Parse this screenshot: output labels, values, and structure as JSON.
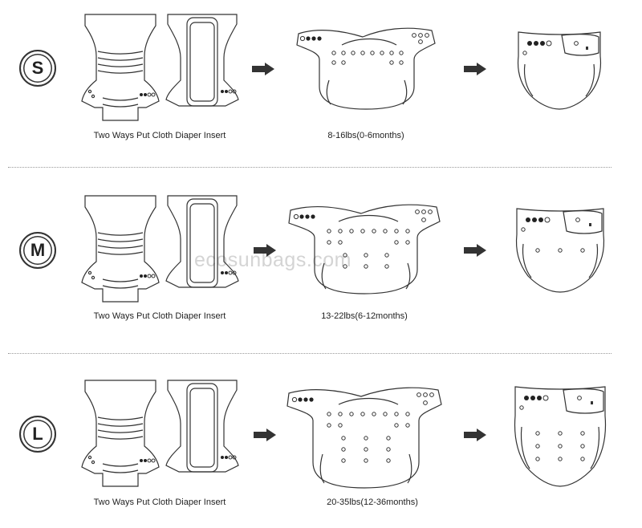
{
  "rows": [
    {
      "size": "S",
      "insert_caption": "Two Ways Put Cloth Diaper Insert",
      "weight_caption": "8-16lbs(0-6months)"
    },
    {
      "size": "M",
      "insert_caption": "Two Ways Put Cloth Diaper Insert",
      "weight_caption": "13-22lbs(6-12months)"
    },
    {
      "size": "L",
      "insert_caption": "Two Ways Put Cloth Diaper Insert",
      "weight_caption": "20-35lbs(12-36months)"
    }
  ],
  "watermark": "ecosunbags.com",
  "colors": {
    "line": "#333333",
    "divider": "#999999",
    "watermark": "#d4d4d4"
  }
}
